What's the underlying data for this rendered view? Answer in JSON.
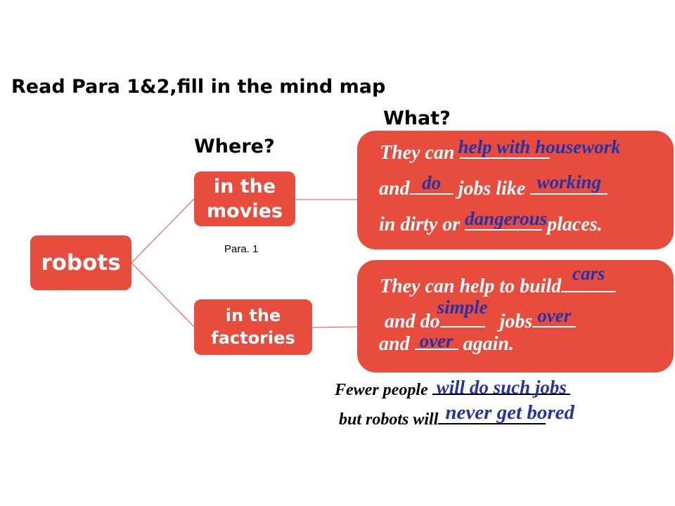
{
  "title": "Read Para 1&2,fill in the mind map",
  "questions": {
    "where": "Where?",
    "what": "What?"
  },
  "nodes": {
    "root": "robots",
    "movies": "in the movies",
    "factories": "in the factories",
    "para": "Para. 1"
  },
  "box1": {
    "l1_text": "They can",
    "l1_ans": "help with housework",
    "l2_a": "and",
    "l2_ans1": "do",
    "l2_b": "jobs like",
    "l2_ans2": "working",
    "l3_a": "in dirty or",
    "l3_ans": "dangerous",
    "l3_b": "places."
  },
  "box2": {
    "l1_text": "They can help to build",
    "l1_ans": "cars",
    "l2_a": "and do",
    "l2_ans1": "simple",
    "l2_b": "jobs",
    "l2_ans2": "over",
    "l3_a": "and",
    "l3_ans": "over",
    "l3_b": "again."
  },
  "bottom": {
    "l1_text": "Fewer people",
    "l1_ans": "will do such jobs",
    "l2_text": "but  robots will",
    "l2_ans": "never get bored"
  },
  "colors": {
    "node": "#e84c3d",
    "answer": "#2533a8"
  }
}
